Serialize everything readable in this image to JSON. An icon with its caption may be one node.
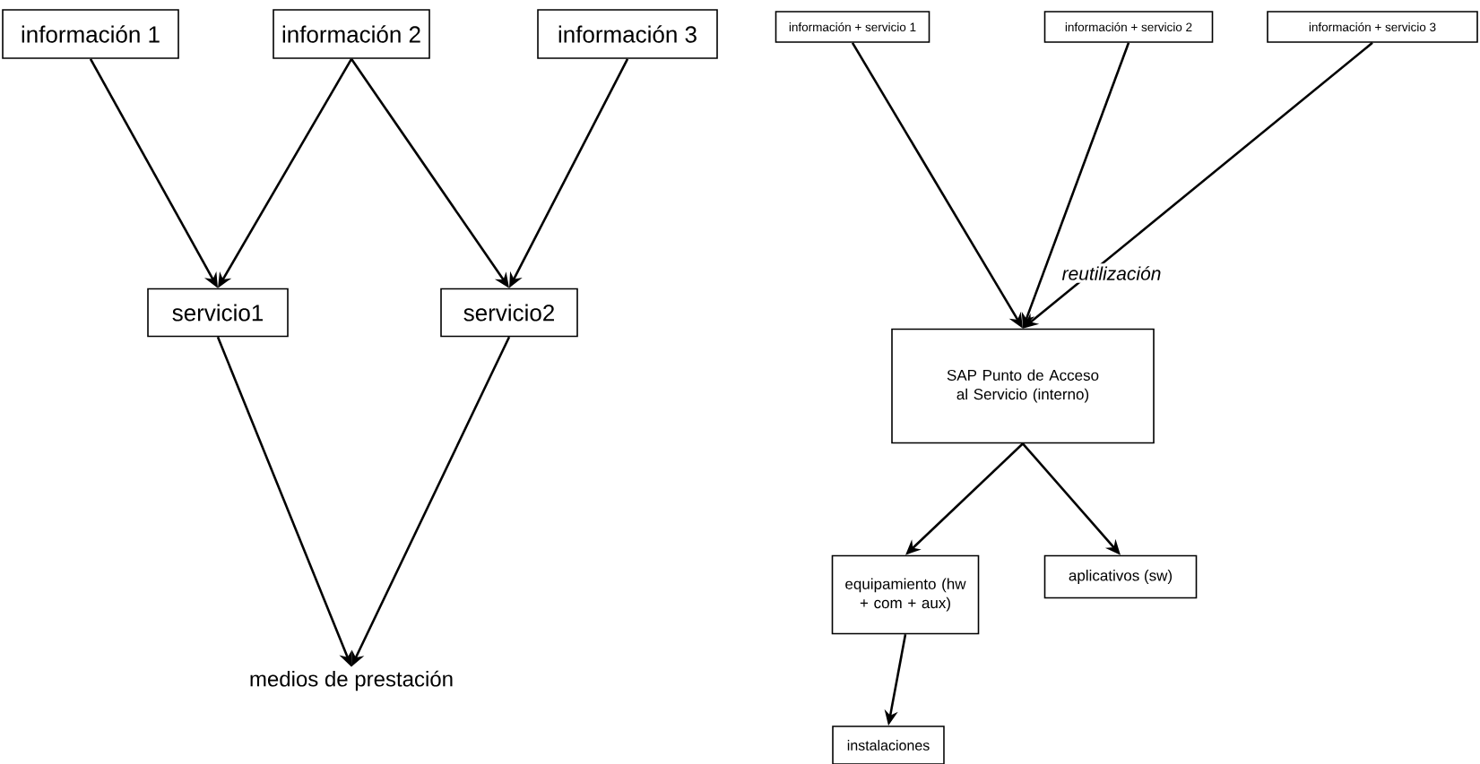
{
  "diagram": {
    "nodes": [
      {
        "text": [
          "información 1"
        ]
      },
      {
        "text": [
          "información 2"
        ]
      },
      {
        "text": [
          "información 3"
        ]
      },
      {
        "text": [
          "servicio1"
        ]
      },
      {
        "text": [
          "servicio2"
        ]
      },
      {
        "text": [
          "medios de prestación"
        ]
      },
      {
        "text": [
          "información + servicio 1"
        ]
      },
      {
        "text": [
          "información + servicio 2"
        ]
      },
      {
        "text": [
          "información + servicio 3"
        ]
      },
      {
        "text": [
          "SAP Punto de Acceso al Servicio (interno)"
        ]
      },
      {
        "text": [
          "equipamiento (hw + com + aux)"
        ]
      },
      {
        "text": [
          "aplicativos (sw)"
        ]
      },
      {
        "text": [
          "instalaciones"
        ]
      }
    ],
    "edges": [
      {
        "from": 0,
        "to": 3,
        "arrow": "to"
      },
      {
        "from": 1,
        "to": 3,
        "arrow": "to"
      },
      {
        "from": 1,
        "to": 4,
        "arrow": "to"
      },
      {
        "from": 2,
        "to": 4,
        "arrow": "to"
      },
      {
        "from": 3,
        "to": 5,
        "arrow": "to"
      },
      {
        "from": 4,
        "to": 5,
        "arrow": "to"
      },
      {
        "from": 6,
        "to": 9,
        "arrow": "to"
      },
      {
        "from": 7,
        "to": 9,
        "arrow": "to"
      },
      {
        "from": 8,
        "to": 9,
        "arrow": "to"
      },
      {
        "from": 9,
        "to": 10,
        "arrow": "to"
      },
      {
        "from": 9,
        "to": 11,
        "arrow": "to"
      },
      {
        "from": 10,
        "to": 12,
        "arrow": "to"
      }
    ],
    "labels": [
      "reutilización"
    ]
  }
}
